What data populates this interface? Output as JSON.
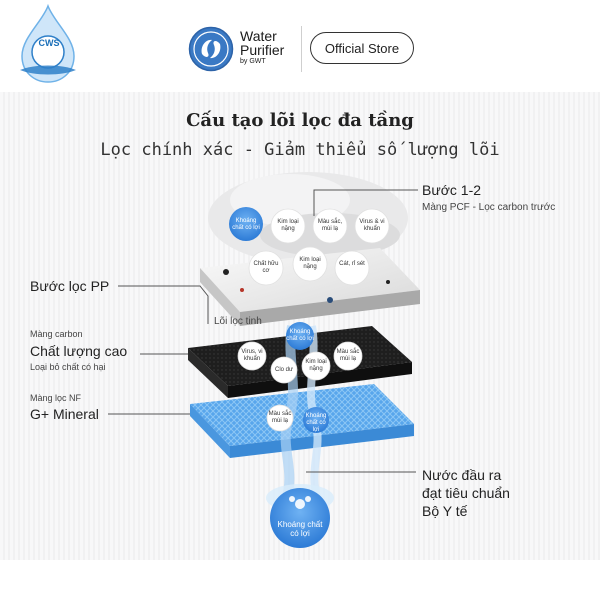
{
  "header": {
    "badge_text": "CWS",
    "brand_line1": "Water",
    "brand_line2": "Purifier",
    "brand_line3": "by GWT",
    "store_label": "Official Store"
  },
  "title": "Cấu tạo lõi lọc đa tầng",
  "subtitle": "Lọc chính xác - Giảm thiểu số lượng lõi",
  "steps": {
    "step12_title": "Bước 1-2",
    "step12_desc": "Màng PCF - Lọc carbon trước",
    "pp_title": "Bước lọc PP",
    "carbon_small": "Màng carbon",
    "carbon_big": "Chất lượng cao",
    "carbon_desc": "Loại bỏ chất có hại",
    "nf_small": "Màng lọc NF",
    "nf_big": "G+ Mineral",
    "core_label": "Lõi lọc tinh",
    "output_l1": "Nước đầu ra",
    "output_l2": "đạt tiêu chuẩn",
    "output_l3": "Bộ Y tế"
  },
  "bubbles": {
    "mineral_top": "Khoáng chất có lợi",
    "heavy_metal_1": "Kim loại nặng",
    "color_smell_1": "Màu sắc, mùi lạ",
    "virus_bacteria_1": "Virus & vi khuẩn",
    "organic": "Chất hữu cơ",
    "heavy_metal_2": "Kim loại nặng",
    "sand_rust": "Cát, rỉ sét",
    "mineral_mid": "Khoáng chất có lợi",
    "virus_bacteria_2": "Virus, vi khuẩn",
    "chlorine": "Clo dư",
    "heavy_metal_3": "Kim loại nặng",
    "color_smell_2": "Màu sắc mùi lạ",
    "color_smell_3": "Màu sắc mùi lạ",
    "mineral_low": "Khoáng chất có lợi",
    "mineral_big": "Khoáng chất có lợi"
  },
  "colors": {
    "accent_blue": "#3d8be0",
    "carbon": "#1f1f1f",
    "nf_blue": "#5aa9ee",
    "pp_white": "#f2f2f2"
  }
}
